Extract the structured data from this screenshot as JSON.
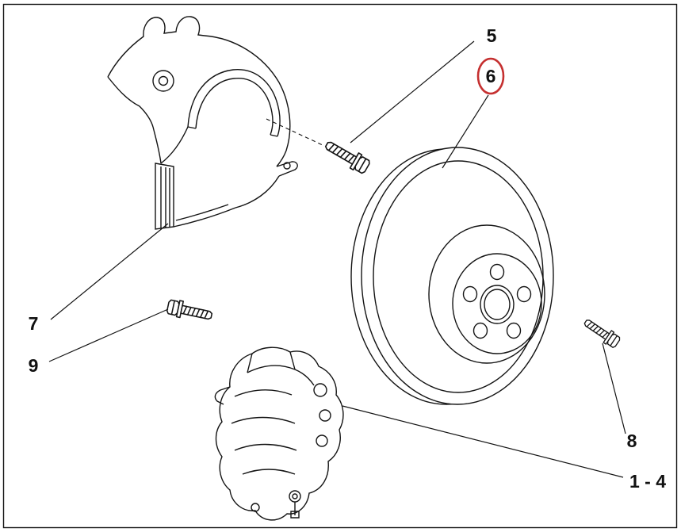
{
  "diagram": {
    "kind": "exploded-parts-line-drawing",
    "subject": "disc-brake-assembly",
    "background_color": "#ffffff",
    "line_color": "#141414",
    "highlight_color": "#c53030",
    "callouts": [
      {
        "label": "5",
        "part": "mounting-bolt",
        "highlighted": false
      },
      {
        "label": "6",
        "part": "brake-disc",
        "highlighted": true
      },
      {
        "label": "7",
        "part": "splash-shield",
        "highlighted": false
      },
      {
        "label": "9",
        "part": "shield-bolt",
        "highlighted": false
      },
      {
        "label": "8",
        "part": "wheel-stud",
        "highlighted": false
      },
      {
        "label": "1 - 4",
        "part": "brake-caliper",
        "highlighted": false
      }
    ]
  }
}
